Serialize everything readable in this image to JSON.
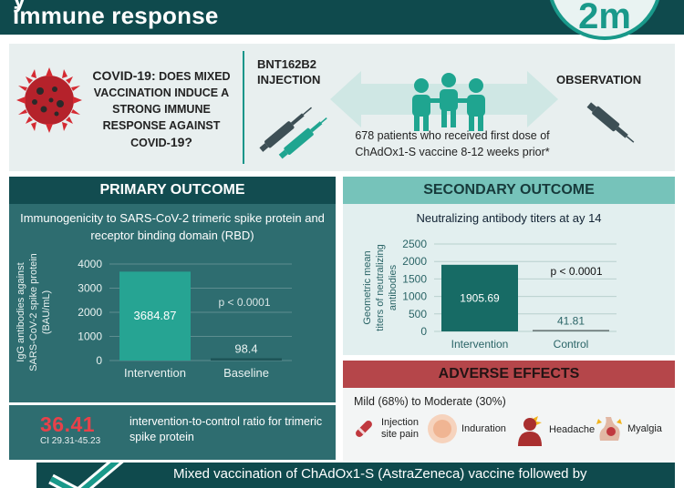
{
  "header": {
    "title": "immune response",
    "title_cut": "y",
    "logo_text": "2m"
  },
  "study": {
    "question_prefix": "COVID-19:",
    "question_rest": " DOES MIXED VACCINATION INDUCE A STRONG IMMUNE RESPONSE AGAINST COVID-",
    "question_suffix": "19?",
    "intervention_label": "BNT162B2 INJECTION",
    "control_label": "OBSERVATION",
    "patients_text": "678 patients who received first dose of ChAdOx1-S vaccine 8-12 weeks prior*"
  },
  "primary": {
    "heading": "PRIMARY OUTCOME",
    "subtitle": "Immunogenicity to SARS-CoV-2 trimeric spike protein and receptor binding domain (RBD)",
    "ratio_value": "36.41",
    "ratio_ci": "CI 29.31-45.23",
    "ratio_text": "intervention-to-control ratio for trimeric spike protein"
  },
  "secondary": {
    "heading": "SECONDARY OUTCOME",
    "subtitle": "Neutralizing antibody titers at ay 14"
  },
  "adverse": {
    "heading": "ADVERSE EFFECTS",
    "severity": "Mild (68%) to Moderate (30%)",
    "items": [
      {
        "label": "Injection site pain",
        "icon": "syringe-pain-icon"
      },
      {
        "label": "Induration",
        "icon": "induration-icon"
      },
      {
        "label": "Headache",
        "icon": "headache-icon"
      },
      {
        "label": "Myalgia",
        "icon": "myalgia-icon"
      }
    ]
  },
  "conclusion": {
    "text": "Mixed vaccination of ChAdOx1-S (AstraZeneca) vaccine followed by"
  },
  "colors": {
    "dark_teal": "#0f4a4d",
    "teal": "#2e6d70",
    "accent": "#19998a",
    "light_teal": "#76c3ba",
    "red": "#e8414a"
  },
  "chart_data": [
    {
      "type": "bar",
      "title": "Immunogenicity to SARS-CoV-2 trimeric spike protein and receptor binding domain (RBD)",
      "ylabel": "IgG antibodies against SARS-CoV-2 spike protein (BAU/mL)",
      "categories": [
        "Intervention",
        "Baseline"
      ],
      "values": [
        3684.87,
        98.4
      ],
      "value_labels": [
        "3684.87",
        "98.4"
      ],
      "yticks": [
        0,
        1000,
        2000,
        3000,
        4000
      ],
      "ylim": [
        0,
        4000
      ],
      "annotation": "p < 0.0001",
      "grid": true
    },
    {
      "type": "bar",
      "title": "Neutralizing antibody titers at ay 14",
      "ylabel": "Geometric mean titers of neutralizing antibodies",
      "categories": [
        "Intervention",
        "Control"
      ],
      "values": [
        1905.69,
        41.81
      ],
      "value_labels": [
        "1905.69",
        "41.81"
      ],
      "yticks": [
        0,
        500,
        1000,
        1500,
        2000,
        2500
      ],
      "ylim": [
        0,
        2500
      ],
      "annotation": "p < 0.0001",
      "grid": true
    }
  ]
}
